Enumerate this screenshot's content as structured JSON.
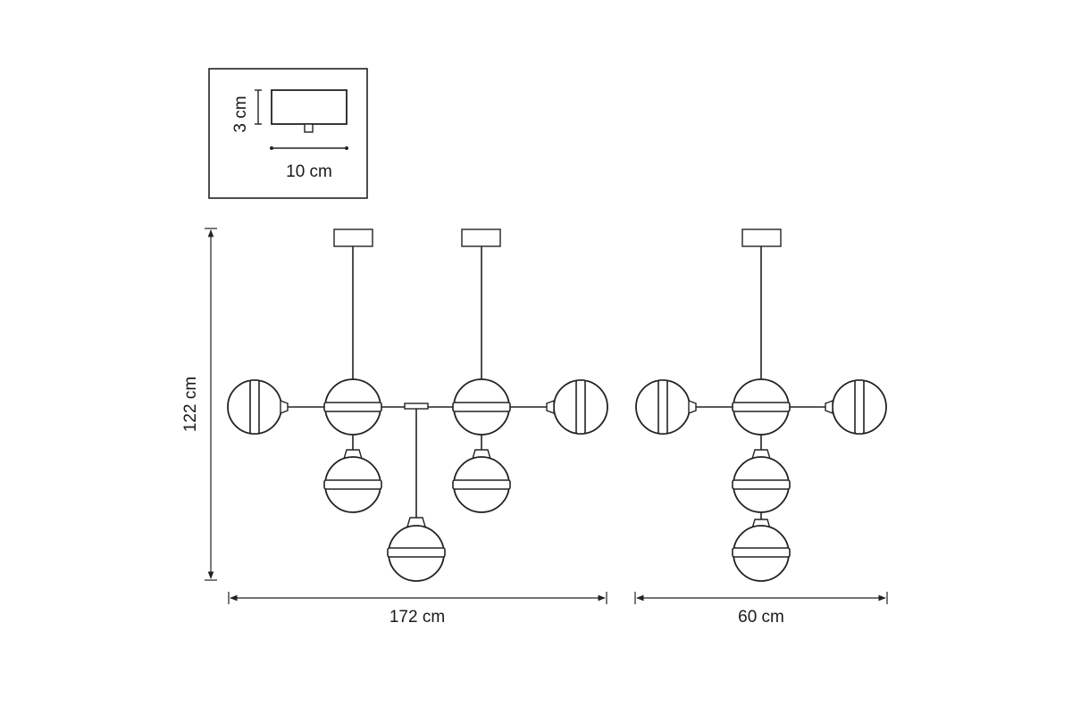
{
  "canopy_inset": {
    "height_label": "3 cm",
    "width_label": "10 cm"
  },
  "front_view": {
    "height_label": "122 cm",
    "width_label": "172 cm"
  },
  "side_view": {
    "width_label": "60 cm"
  },
  "colors": {
    "line": "#222222",
    "background": "#ffffff"
  }
}
